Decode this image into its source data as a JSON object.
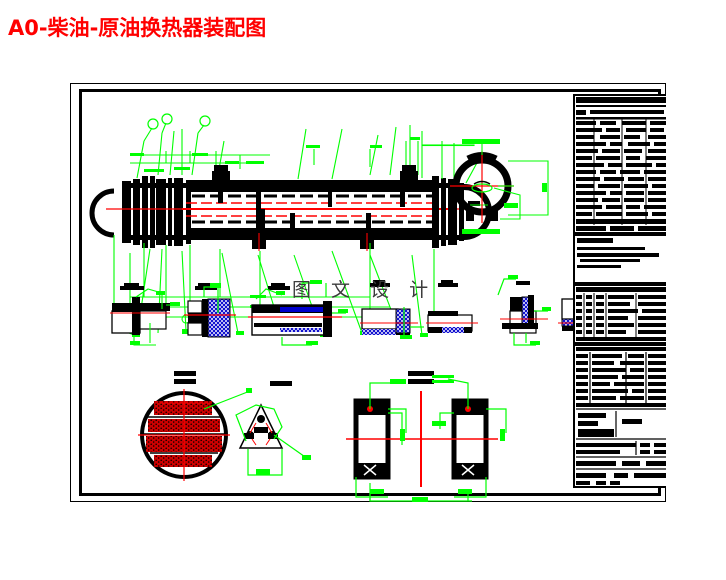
{
  "title": "A0-柴油-原油换热器装配图",
  "watermark": "图 文 设 计",
  "theme": {
    "title_color": "#ff0000",
    "background": "#ffffff",
    "geometry_color": "#000000",
    "annotation_color": "#00ff00",
    "centerline_color": "#ff0000",
    "hatch_color": "#0000cc",
    "tube_color": "#cc0000",
    "watermark_color": "#3c3c3c"
  },
  "sheet": {
    "format": "A0",
    "border_style": "double-line",
    "views": [
      {
        "name": "main-assembly-elevation",
        "description": "柴油-原油换热器主视图（纵剖）",
        "type": "shell-and-tube-heat-exchanger-section"
      },
      {
        "name": "end-cross-section",
        "description": "端部横截面视图",
        "type": "circular-section"
      },
      {
        "name": "detail-view-1",
        "description": "局部放大图 I",
        "type": "detail"
      },
      {
        "name": "detail-view-2",
        "description": "局部放大图 II",
        "type": "detail"
      },
      {
        "name": "detail-view-3",
        "description": "局部放大图 III",
        "type": "detail"
      },
      {
        "name": "detail-view-4",
        "description": "局部放大图 IV",
        "type": "detail"
      },
      {
        "name": "detail-view-5",
        "description": "局部放大图 V",
        "type": "detail"
      },
      {
        "name": "detail-view-6",
        "description": "局部放大图 VI",
        "type": "detail"
      },
      {
        "name": "detail-view-7",
        "description": "局部放大图 VII",
        "type": "detail"
      },
      {
        "name": "tubesheet-layout",
        "description": "管板布管图",
        "type": "tube-layout-circle"
      },
      {
        "name": "tube-pitch-triangle",
        "description": "三角形排列管间距详图",
        "type": "detail-triangle"
      },
      {
        "name": "saddle-support-views",
        "description": "鞍式支座视图",
        "type": "support-pair"
      }
    ],
    "title_blocks": [
      {
        "name": "parts-list-table",
        "position": "upper-right"
      },
      {
        "name": "technical-requirements-block",
        "position": "middle-right"
      },
      {
        "name": "nozzle-schedule-table",
        "position": "middle-right-lower"
      },
      {
        "name": "main-title-block",
        "position": "lower-right"
      }
    ]
  }
}
